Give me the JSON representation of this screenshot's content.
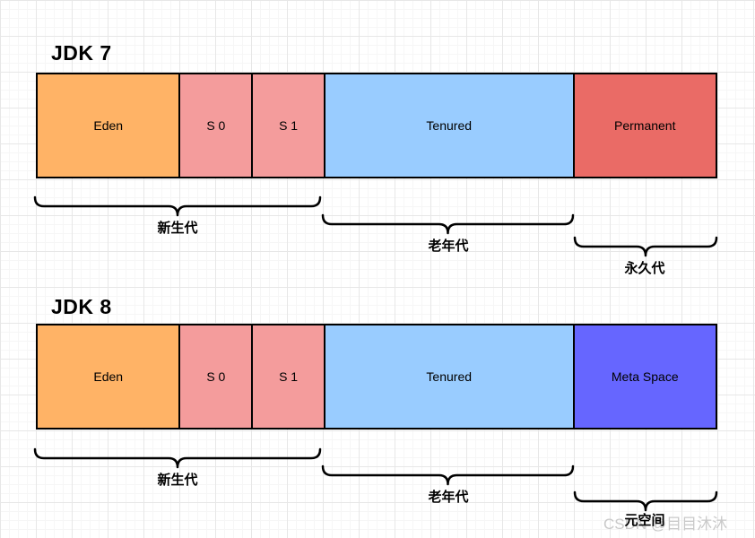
{
  "diagrams": [
    {
      "title": "JDK 7",
      "segments": [
        {
          "label": "Eden",
          "color": "#ffb366"
        },
        {
          "label": "S 0",
          "color": "#f49c9c"
        },
        {
          "label": "S 1",
          "color": "#f49c9c"
        },
        {
          "label": "Tenured",
          "color": "#99ccff"
        },
        {
          "label": "Permanent",
          "color": "#ea6b66"
        }
      ],
      "generations": [
        {
          "label": "新生代"
        },
        {
          "label": "老年代"
        },
        {
          "label": "永久代"
        }
      ]
    },
    {
      "title": "JDK 8",
      "segments": [
        {
          "label": "Eden",
          "color": "#ffb366"
        },
        {
          "label": "S 0",
          "color": "#f49c9c"
        },
        {
          "label": "S 1",
          "color": "#f49c9c"
        },
        {
          "label": "Tenured",
          "color": "#99ccff"
        },
        {
          "label": "Meta Space",
          "color": "#6666ff"
        }
      ],
      "generations": [
        {
          "label": "新生代"
        },
        {
          "label": "老年代"
        },
        {
          "label": "元空间"
        }
      ]
    }
  ],
  "watermark": {
    "text": "CSDN @目目沐沐",
    "color": "#c9c9c9"
  }
}
